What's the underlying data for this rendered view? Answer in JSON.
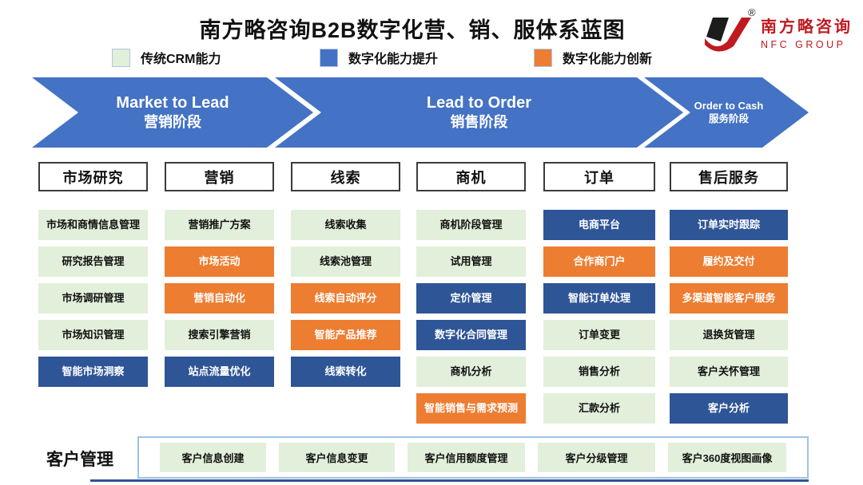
{
  "page": {
    "title": "南方略咨询B2B数字化营、销、服体系蓝图"
  },
  "logo": {
    "reg": "®",
    "name": "南方略咨询",
    "group": "NFC GROUP"
  },
  "legend": {
    "items": [
      {
        "label": "传统CRM能力",
        "color": "#E2EFDA",
        "meaning": "traditional-crm-capability"
      },
      {
        "label": "数字化能力提升",
        "color": "#4472C4",
        "meaning": "digital-capability-upgrade"
      },
      {
        "label": "数字化能力创新",
        "color": "#ED7D31",
        "meaning": "digital-capability-innovation"
      }
    ]
  },
  "stages": [
    {
      "en": "Market to Lead",
      "zh": "营销阶段"
    },
    {
      "en": "Lead to Order",
      "zh": "销售阶段"
    },
    {
      "en": "Order to Cash",
      "zh": "服务阶段"
    }
  ],
  "columns": [
    {
      "header": "市场研究",
      "items": [
        {
          "label": "市场和商情信息管理",
          "type": "traditional"
        },
        {
          "label": "研究报告管理",
          "type": "traditional"
        },
        {
          "label": "市场调研管理",
          "type": "traditional"
        },
        {
          "label": "市场知识管理",
          "type": "traditional"
        },
        {
          "label": "智能市场洞察",
          "type": "upgrade"
        }
      ]
    },
    {
      "header": "营销",
      "items": [
        {
          "label": "营销推广方案",
          "type": "traditional"
        },
        {
          "label": "市场活动",
          "type": "innovation"
        },
        {
          "label": "营销自动化",
          "type": "innovation"
        },
        {
          "label": "搜索引擎营销",
          "type": "traditional"
        },
        {
          "label": "站点流量优化",
          "type": "upgrade"
        }
      ]
    },
    {
      "header": "线索",
      "items": [
        {
          "label": "线索收集",
          "type": "traditional"
        },
        {
          "label": "线索池管理",
          "type": "traditional"
        },
        {
          "label": "线索自动评分",
          "type": "innovation"
        },
        {
          "label": "智能产品推荐",
          "type": "innovation"
        },
        {
          "label": "线索转化",
          "type": "upgrade"
        }
      ]
    },
    {
      "header": "商机",
      "items": [
        {
          "label": "商机阶段管理",
          "type": "traditional"
        },
        {
          "label": "试用管理",
          "type": "traditional"
        },
        {
          "label": "定价管理",
          "type": "upgrade"
        },
        {
          "label": "数字化合同管理",
          "type": "upgrade"
        },
        {
          "label": "商机分析",
          "type": "traditional"
        },
        {
          "label": "智能销售与需求预测",
          "type": "innovation"
        }
      ]
    },
    {
      "header": "订单",
      "items": [
        {
          "label": "电商平台",
          "type": "upgrade"
        },
        {
          "label": "合作商门户",
          "type": "innovation"
        },
        {
          "label": "智能订单处理",
          "type": "upgrade"
        },
        {
          "label": "订单变更",
          "type": "traditional"
        },
        {
          "label": "销售分析",
          "type": "traditional"
        },
        {
          "label": "汇款分析",
          "type": "traditional"
        }
      ]
    },
    {
      "header": "售后服务",
      "items": [
        {
          "label": "订单实时跟踪",
          "type": "upgrade"
        },
        {
          "label": "履约及交付",
          "type": "innovation"
        },
        {
          "label": "多渠道智能客户服务",
          "type": "innovation"
        },
        {
          "label": "退换货管理",
          "type": "traditional"
        },
        {
          "label": "客户关怀管理",
          "type": "traditional"
        },
        {
          "label": "客户分析",
          "type": "upgrade"
        }
      ]
    }
  ],
  "customer_management": {
    "label": "客户管理",
    "items": [
      {
        "label": "客户信息创建",
        "type": "traditional"
      },
      {
        "label": "客户信息变更",
        "type": "traditional"
      },
      {
        "label": "客户信用额度管理",
        "type": "traditional"
      },
      {
        "label": "客户分级管理",
        "type": "traditional"
      },
      {
        "label": "客户360度视图画像",
        "type": "traditional"
      }
    ]
  },
  "colors": {
    "traditional": "#E2EFDA",
    "upgrade": "#2E5596",
    "innovation": "#ED7D31",
    "stage_arrow": "#4472C4",
    "logo_red": "#C01920",
    "bottom_line": "#2F5597"
  }
}
